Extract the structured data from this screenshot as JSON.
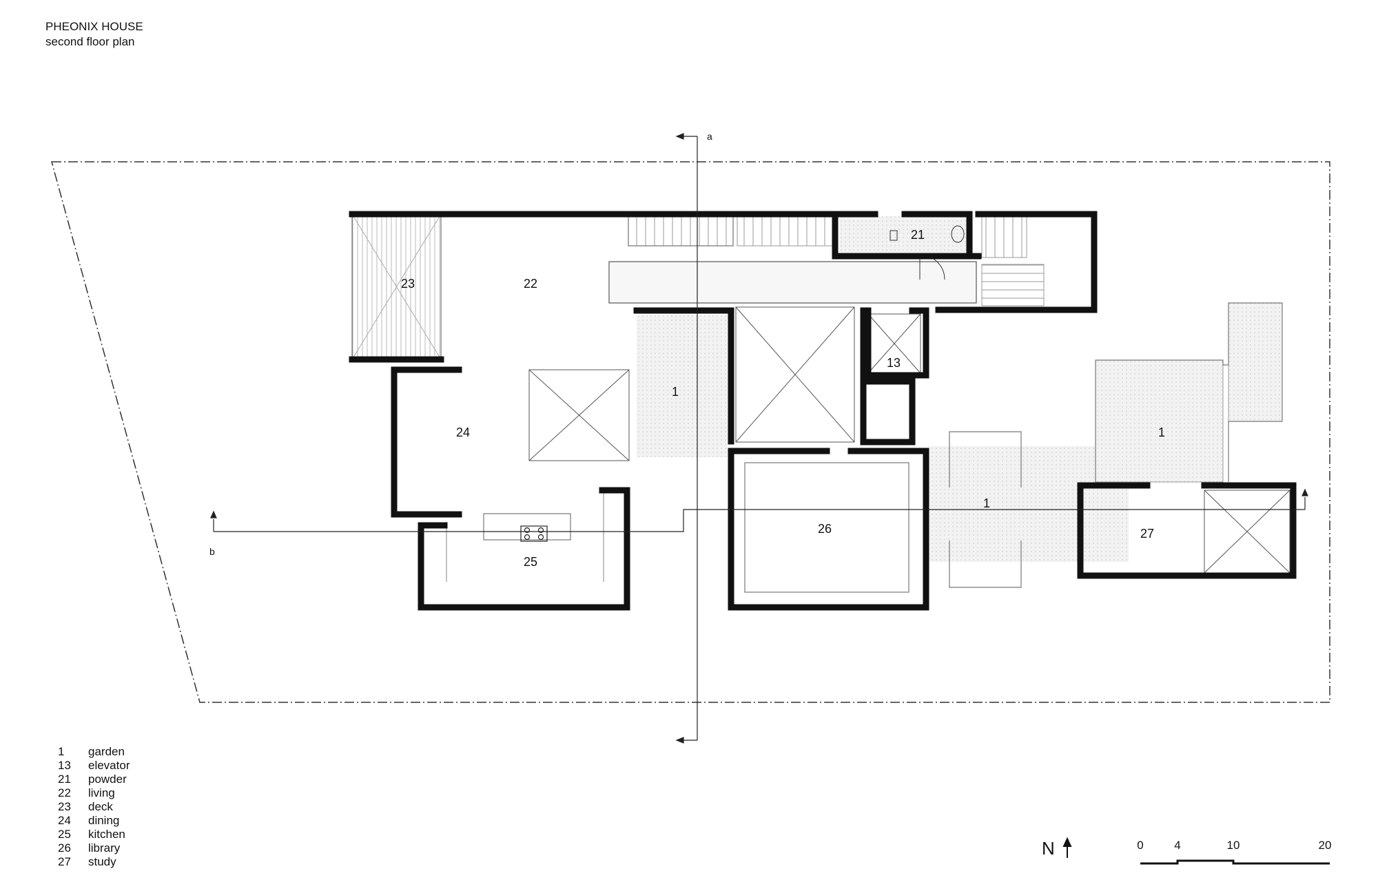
{
  "drawing": {
    "title": "PHEONIX HOUSE",
    "subtitle": "second floor plan"
  },
  "rooms": [
    {
      "num": "23",
      "name": "deck"
    },
    {
      "num": "22",
      "name": "living"
    },
    {
      "num": "21",
      "name": "powder"
    },
    {
      "num": "1",
      "name": "garden"
    },
    {
      "num": "13",
      "name": "elevator"
    },
    {
      "num": "24",
      "name": "dining"
    },
    {
      "num": "1",
      "name": "garden"
    },
    {
      "num": "1",
      "name": "garden"
    },
    {
      "num": "26",
      "name": "library"
    },
    {
      "num": "27",
      "name": "study"
    },
    {
      "num": "25",
      "name": "kitchen"
    }
  ],
  "section_markers": {
    "a": "a",
    "b": "b"
  },
  "legend": [
    {
      "num": "1",
      "label": "garden"
    },
    {
      "num": "13",
      "label": "elevator"
    },
    {
      "num": "21",
      "label": "powder"
    },
    {
      "num": "22",
      "label": "living"
    },
    {
      "num": "23",
      "label": "deck"
    },
    {
      "num": "24",
      "label": "dining"
    },
    {
      "num": "25",
      "label": "kitchen"
    },
    {
      "num": "26",
      "label": "library"
    },
    {
      "num": "27",
      "label": "study"
    }
  ],
  "north_label": "N",
  "scale_bar": {
    "ticks": [
      "0",
      "4",
      "10",
      "20"
    ]
  },
  "colors": {
    "wall": "#111111",
    "line": "#222222",
    "hatch": "#bbbbbb",
    "garden_fill": "#f1f1f1"
  }
}
